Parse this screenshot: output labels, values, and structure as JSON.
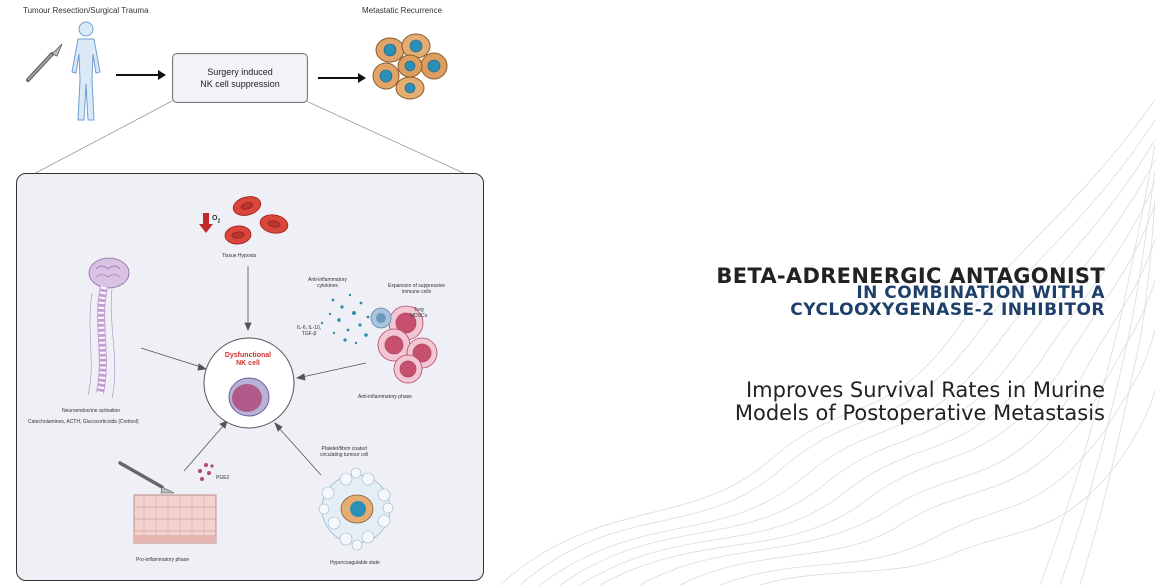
{
  "diagram": {
    "top": {
      "left_label": "Tumour Resection/Surgical Trauma",
      "right_label": "Metastatic Recurrence",
      "box_line1": "Surgery induced",
      "box_line2": "NK cell suppression"
    },
    "panel": {
      "center_line1": "Dysfunctional",
      "center_line2": "NK cell",
      "hypoxia_symbol": "O",
      "hypoxia_sub": "2",
      "hypoxia_label": "Tissue Hypoxia",
      "neuro_label": "Neuroendocrine activation",
      "neuro_sub": "Catecholamines, ACTH, Glucocorticoids (Cortisol)",
      "anti_cytokines_line1": "Anti-inflammatory",
      "anti_cytokines_line2": "cytokines",
      "cytokine_line1": "IL-6, IL-10,",
      "cytokine_line2": "TGF-β",
      "suppressive_line1": "Expansion of suppressive",
      "suppressive_line2": "immune cells",
      "treg": "Treg",
      "mdsc": "MDSCs",
      "anti_phase_label": "Anti-inflammatory phase",
      "pge2": "PGE2",
      "pro_phase_label": "Pro-inflammatory phase",
      "platelet_line1": "Platelet/fibrin coated",
      "platelet_line2": "circulating tumour cell",
      "hyper_label": "Hypercoagulable state"
    },
    "colors": {
      "title_dark": "#222222",
      "title_blue": "#1f3f6b",
      "nk_red": "#d0312d"
    }
  },
  "headline": {
    "line1": "BETA-ADRENERGIC ANTAGONIST",
    "line2": "IN COMBINATION WITH A",
    "line3": "CYCLOOXYGENASE-2 INHIBITOR"
  },
  "subtitle": {
    "line1": "Improves Survival Rates in Murine",
    "line2": "Models of Postoperative Metastasis"
  }
}
